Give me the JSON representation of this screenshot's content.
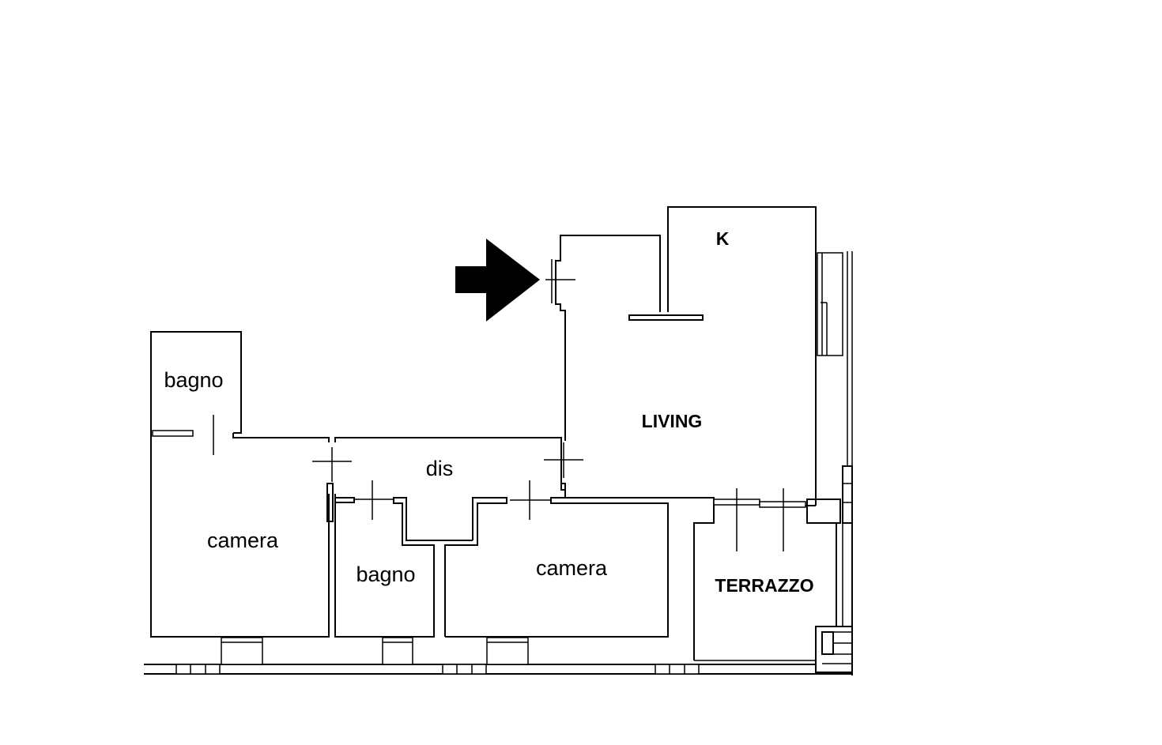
{
  "rooms": {
    "bagno_top": "bagno",
    "camera_left": "camera",
    "dis": "dis",
    "bagno_mid": "bagno",
    "camera_mid": "camera",
    "living": "LIVING",
    "kitchen": "K",
    "terrazzo": "TERRAZZO"
  },
  "icons": {
    "entrance": "entrance-arrow-icon"
  },
  "colors": {
    "line": "#000000",
    "background": "#ffffff"
  }
}
